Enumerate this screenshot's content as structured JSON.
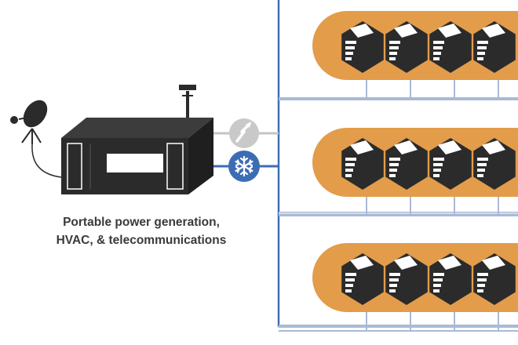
{
  "caption": {
    "line1": "Portable power generation,",
    "line2": "HVAC, & telecommunications"
  },
  "icons": {
    "power": "lightning-bolt-icon",
    "cooling": "snowflake-icon",
    "dish": "satellite-dish-icon",
    "mast": "antenna-mast-icon",
    "server": "server-rack-icon"
  },
  "colors": {
    "module": "#2b2b2b",
    "rack_band": "#e29c4a",
    "cooling_line": "#3c6db4",
    "power_line": "#c4c4c4",
    "frame": "#a8bad6"
  },
  "racks": {
    "rows": 3,
    "servers_per_row": 4
  }
}
